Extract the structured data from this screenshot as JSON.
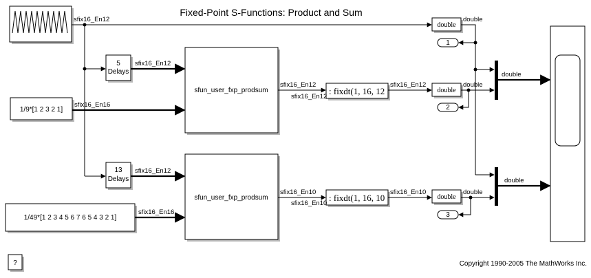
{
  "title": "Fixed-Point S-Functions: Product and Sum",
  "copyright": "Copyright 1990-2005 The MathWorks Inc.",
  "help_button_label": "?",
  "blocks": {
    "const1": "1/9*[1 2 3 2 1]",
    "const2": "1/49*[1 2 3 4 5 6 7 6 5 4 3 2 1]",
    "delay1_num": "5",
    "delay1_label": "Delays",
    "delay2_num": "13",
    "delay2_label": "Delays",
    "prodsum1": "sfun_user_fxp_prodsum",
    "prodsum2": "sfun_user_fxp_prodsum",
    "convert1": ": fixdt(1, 16, 12",
    "convert2": ": fixdt(1, 16, 10",
    "double_top": "double",
    "double_mid": "double",
    "double_bot": "double",
    "outport1": "1",
    "outport2": "2",
    "outport3": "3"
  },
  "signals": {
    "sine_out": "sfix16_En12",
    "const1_out": "sfix16_En16",
    "delay1_out": "sfix16_En12",
    "prodsum1_out": "sfix16_En12",
    "prodsum1_out_b": "sfix16_En12",
    "convert1_out": "sfix16_En12",
    "delay2_out": "sfix16_En12",
    "const2_out": "sfix16_En16",
    "prodsum2_out": "sfix16_En10",
    "prodsum2_out_b": "sfix16_En10",
    "convert2_out": "sfix16_En10",
    "dbl_top_out": "double",
    "dbl_mid_out": "double",
    "dbl_bot_out": "double",
    "mux1_out": "double",
    "mux2_out": "double"
  }
}
